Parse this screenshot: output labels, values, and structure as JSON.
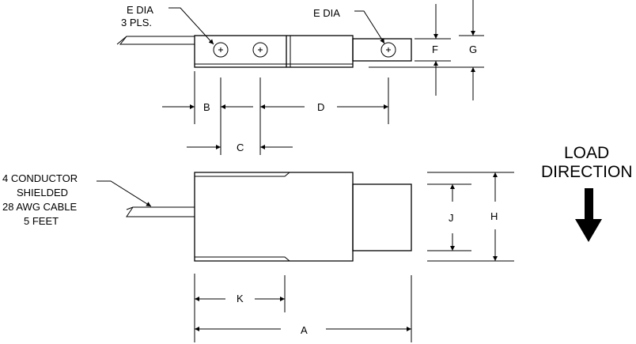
{
  "labels": {
    "e_dia_left": [
      "E DIA",
      "3 PLS."
    ],
    "e_dia_right": "E DIA",
    "dim_a": "A",
    "dim_b": "B",
    "dim_c": "C",
    "dim_d": "D",
    "dim_f": "F",
    "dim_g": "G",
    "dim_h": "H",
    "dim_j": "J",
    "dim_k": "K",
    "cable_note": [
      "4 CONDUCTOR",
      "SHIELDED",
      "28 AWG CABLE",
      "5 FEET"
    ],
    "load_direction": [
      "LOAD",
      "DIRECTION"
    ]
  }
}
